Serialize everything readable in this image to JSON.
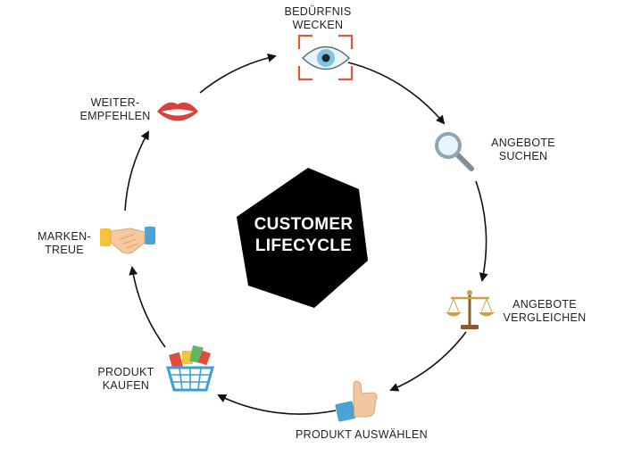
{
  "center": {
    "line1": "CUSTOMER",
    "line2": "LIFECYCLE"
  },
  "stages": [
    {
      "line1": "BEDÜRFNIS",
      "line2": "WECKEN",
      "icon": "eye-icon"
    },
    {
      "line1": "ANGEBOTE",
      "line2": "SUCHEN",
      "icon": "magnifier-icon"
    },
    {
      "line1": "ANGEBOTE",
      "line2": "VERGLEICHEN",
      "icon": "scales-icon"
    },
    {
      "line1": "PRODUKT AUSWÄHLEN",
      "icon": "thumbs-up-icon"
    },
    {
      "line1": "PRODUKT",
      "line2": "KAUFEN",
      "icon": "shopping-basket-icon"
    },
    {
      "line1": "MARKEN-",
      "line2": "TREUE",
      "icon": "handshake-icon"
    },
    {
      "line1": "WEITER-",
      "line2": "EMPFEHLEN",
      "icon": "lips-icon"
    }
  ],
  "colors": {
    "arrow": "#111111",
    "hexagon": "#000000",
    "eye_frame": "#e0573f",
    "iris": "#7fc4e6",
    "magnifier": "#8fa5b3",
    "scales": "#caa24b",
    "thumb": "#f1c7a0",
    "cuff": "#4aa3d6",
    "basket": "#39a0d8",
    "lips": "#d9423b"
  }
}
